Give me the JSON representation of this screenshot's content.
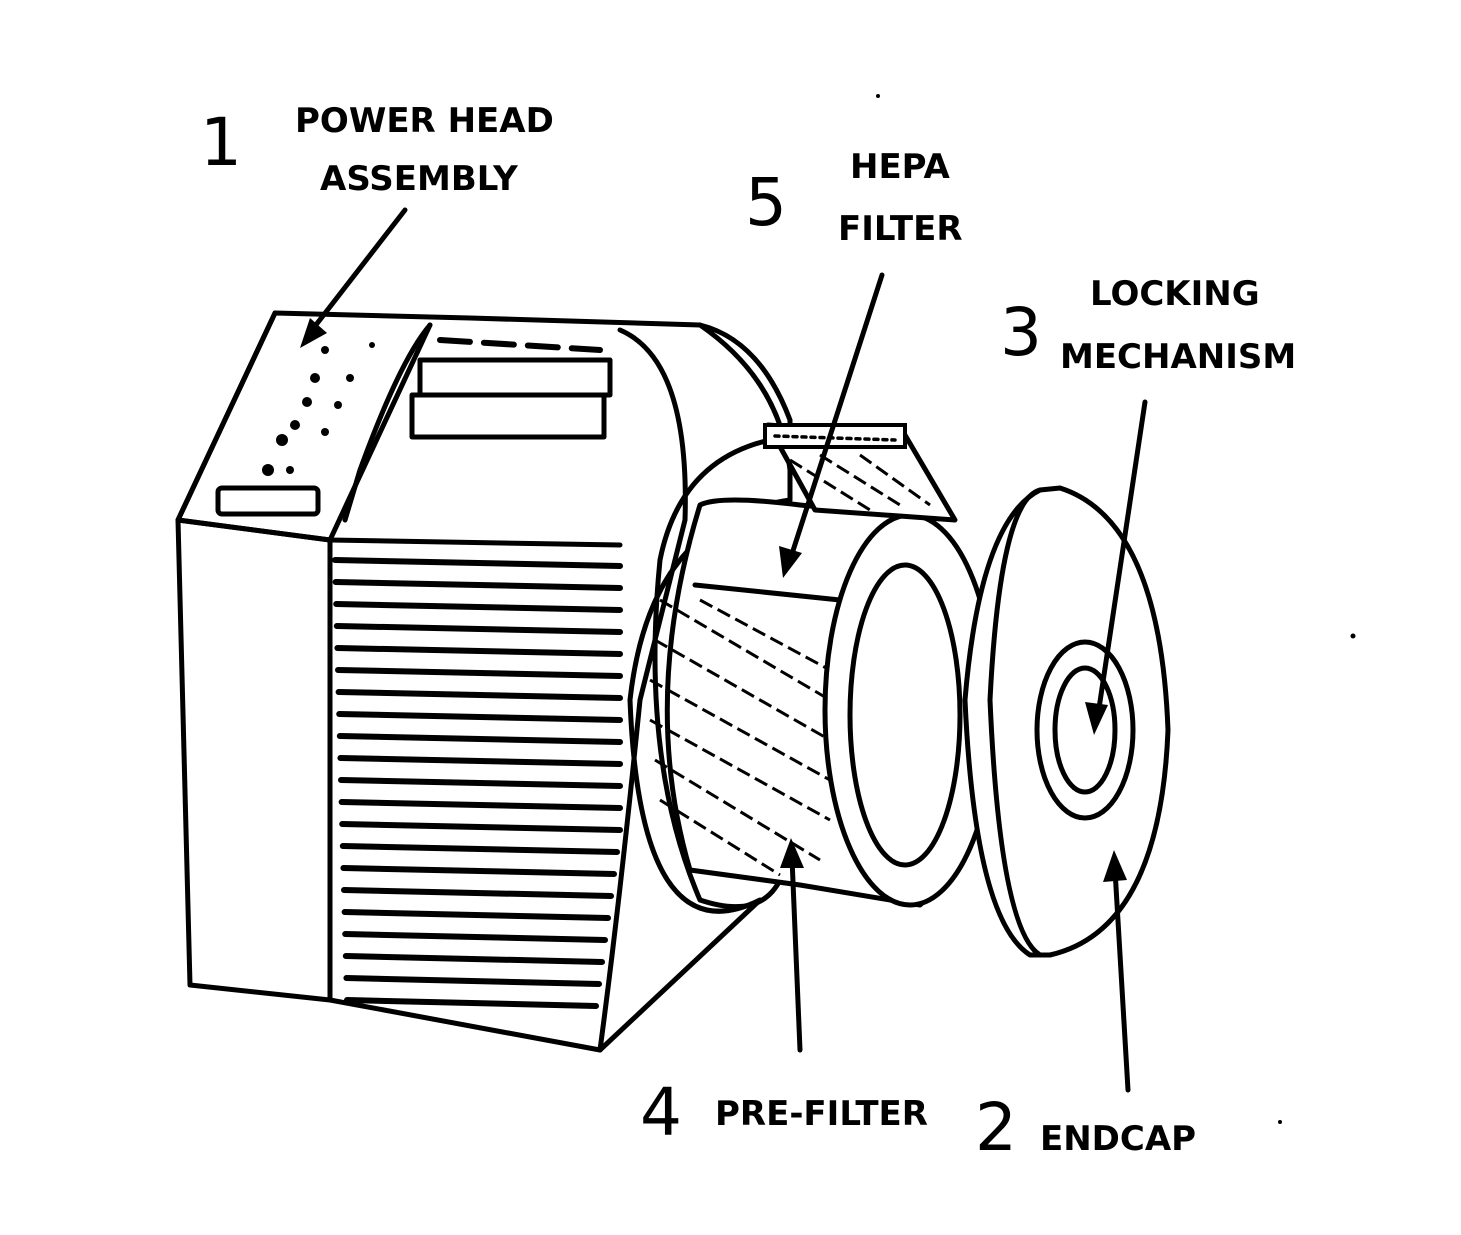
{
  "diagram": {
    "parts": [
      {
        "number": "1",
        "label_lines": [
          "POWER HEAD",
          "ASSEMBLY"
        ]
      },
      {
        "number": "5",
        "label_lines": [
          "HEPA",
          "FILTER"
        ]
      },
      {
        "number": "3",
        "label_lines": [
          "LOCKING",
          "MECHANISM"
        ]
      },
      {
        "number": "4",
        "label_lines": [
          "PRE-FILTER"
        ]
      },
      {
        "number": "2",
        "label_lines": [
          "ENDCAP"
        ]
      }
    ]
  },
  "colors": {
    "ink": "#000000",
    "paper": "#ffffff"
  }
}
